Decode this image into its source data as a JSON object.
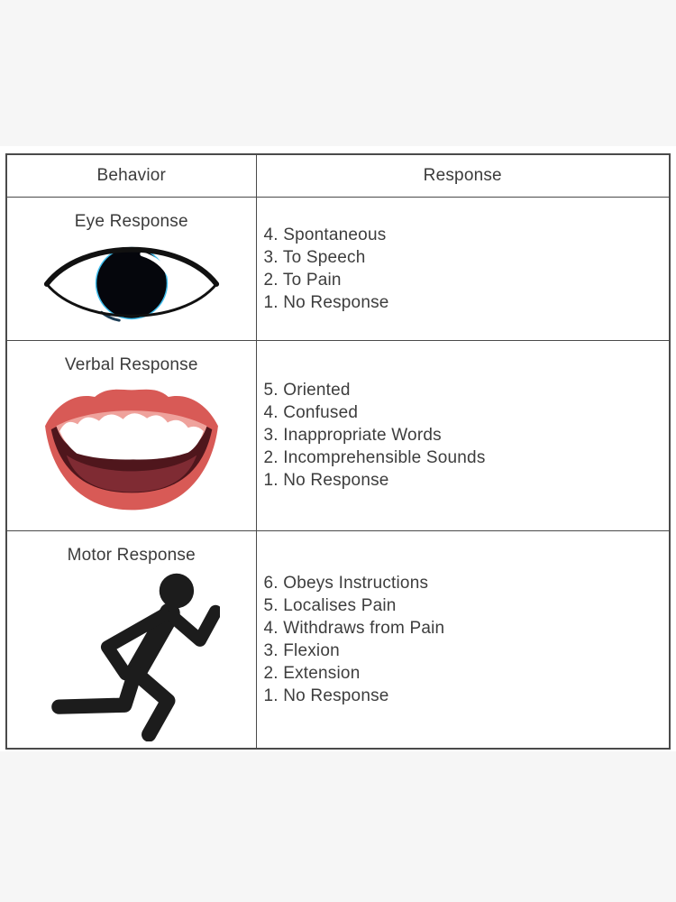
{
  "page": {
    "background_color": "#f6f6f6",
    "artwork_background_color": "#ffffff",
    "border_color": "#4a4a4a",
    "text_color": "#3b3b3b"
  },
  "table": {
    "headers": [
      {
        "label": "Behavior"
      },
      {
        "label": "Response"
      }
    ],
    "rows": [
      {
        "behavior": "Eye Response",
        "icon": "eye-icon",
        "responses": [
          "4. Spontaneous",
          "3. To Speech",
          "2. To Pain",
          "1. No Response"
        ]
      },
      {
        "behavior": "Verbal Response",
        "icon": "mouth-icon",
        "responses": [
          "5. Oriented",
          "4. Confused",
          "3. Inappropriate Words",
          "2. Incomprehensible Sounds",
          "1. No Response"
        ]
      },
      {
        "behavior": "Motor Response",
        "icon": "running-man-icon",
        "responses": [
          "6. Obeys Instructions",
          "5. Localises Pain",
          "4. Withdraws from Pain",
          "3. Flexion",
          "2. Extension",
          "1. No Response"
        ]
      }
    ]
  },
  "chart_data": {
    "type": "table",
    "title": "",
    "columns": [
      "Behavior",
      "Response"
    ],
    "rows": [
      [
        "Eye Response",
        "4. Spontaneous | 3. To Speech | 2. To Pain | 1. No Response"
      ],
      [
        "Verbal Response",
        "5. Oriented | 4. Confused | 3. Inappropriate Words | 2. Incomprehensible Sounds | 1. No Response"
      ],
      [
        "Motor Response",
        "6. Obeys Instructions | 5. Localises Pain | 4. Withdraws from Pain | 3. Flexion | 2. Extension | 1. No Response"
      ]
    ]
  },
  "icon_colors": {
    "runner_black": "#1c1c1c",
    "eye_outline": "#111111",
    "iris_fill": "#05060c",
    "iris_blue_rim": "#3fbeee",
    "lip_salmon": "#d85a56",
    "gum_pink": "#efa29c",
    "mouth_interior_dark": "#4f161c",
    "mouth_interior_mid": "#7f2b33",
    "teeth_white": "#ffffff"
  }
}
